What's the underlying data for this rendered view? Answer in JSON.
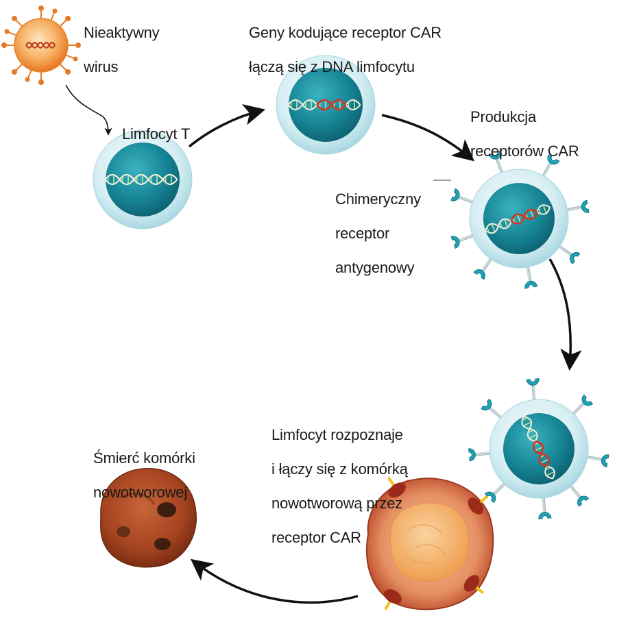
{
  "labels": {
    "virus": [
      "Nieaktywny",
      "wirus"
    ],
    "t_cell": [
      "Limfocyt T"
    ],
    "genes": [
      "Geny kodujące receptor CAR",
      "łączą się z DNA limfocytu"
    ],
    "production": [
      "Produkcja",
      "receptorów CAR"
    ],
    "chimeric": [
      "Chimeryczny",
      "receptor",
      "antygenowy"
    ],
    "recognition": [
      "Limfocyt rozpoznaje",
      "i łączy się z komórką",
      "nowotworową przez",
      "receptor CAR"
    ],
    "death": [
      "Śmierć komórki",
      "nowotworowej"
    ]
  },
  "colors": {
    "virus": "#f08a2c",
    "cell_membrane": "#dff1f4",
    "nucleus": "#1c8fa0",
    "receptor": "#2aa9b8",
    "tumor_cell": "#c8552e",
    "tumor_nucleus": "#f5a95c",
    "dead_cell": "#a84a25",
    "antigen": "#f2c21a",
    "arrow": "#111111"
  }
}
